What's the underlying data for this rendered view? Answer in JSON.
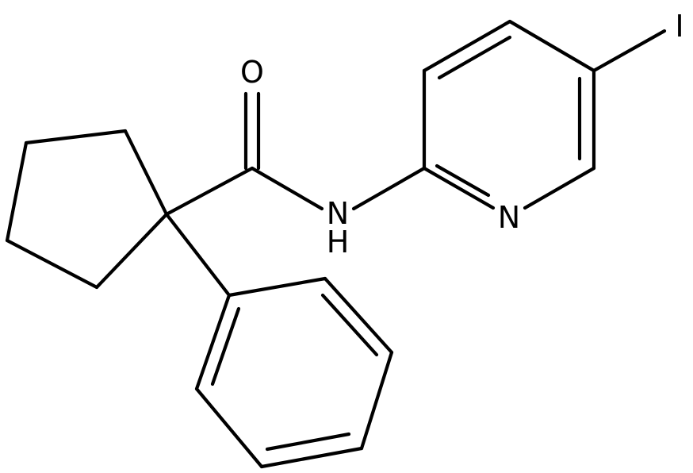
{
  "molecule": {
    "atom_labels": {
      "oxygen": "O",
      "nitrogen_amide": "N",
      "hydrogen_amide": "H",
      "nitrogen_pyridine": "N",
      "iodine": "I"
    },
    "line_color": "#000000",
    "background": "#ffffff"
  }
}
